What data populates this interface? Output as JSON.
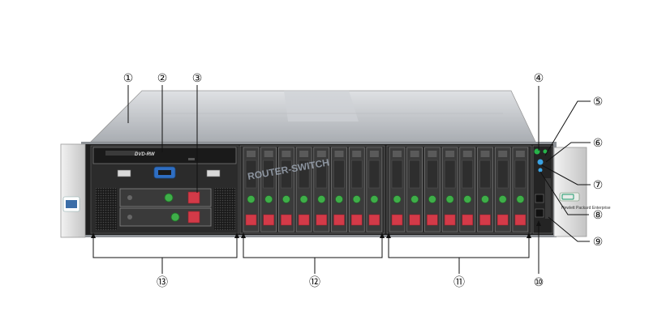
{
  "diagram": {
    "callouts": [
      {
        "id": "1",
        "label": "①"
      },
      {
        "id": "2",
        "label": "②"
      },
      {
        "id": "3",
        "label": "③"
      },
      {
        "id": "4",
        "label": "④"
      },
      {
        "id": "5",
        "label": "⑤"
      },
      {
        "id": "6",
        "label": "⑥"
      },
      {
        "id": "7",
        "label": "⑦"
      },
      {
        "id": "8",
        "label": "⑧"
      },
      {
        "id": "9",
        "label": "⑨"
      },
      {
        "id": "10",
        "label": "⑩"
      },
      {
        "id": "11",
        "label": "⑪"
      },
      {
        "id": "12",
        "label": "⑫"
      },
      {
        "id": "13",
        "label": "⑬"
      }
    ],
    "watermark": "ROUTER-SWITCH",
    "brand_badge": "Hewlett Packard Enterprise",
    "dvd_label": "DVD-RW",
    "colors": {
      "chassis": "#c9ccd0",
      "front_panel": "#2a2a2a",
      "drive_release_red": "#d33a48",
      "drive_led_green": "#3fae49",
      "health_led": "#27b34a",
      "uid_led": "#3aa3e3"
    }
  }
}
